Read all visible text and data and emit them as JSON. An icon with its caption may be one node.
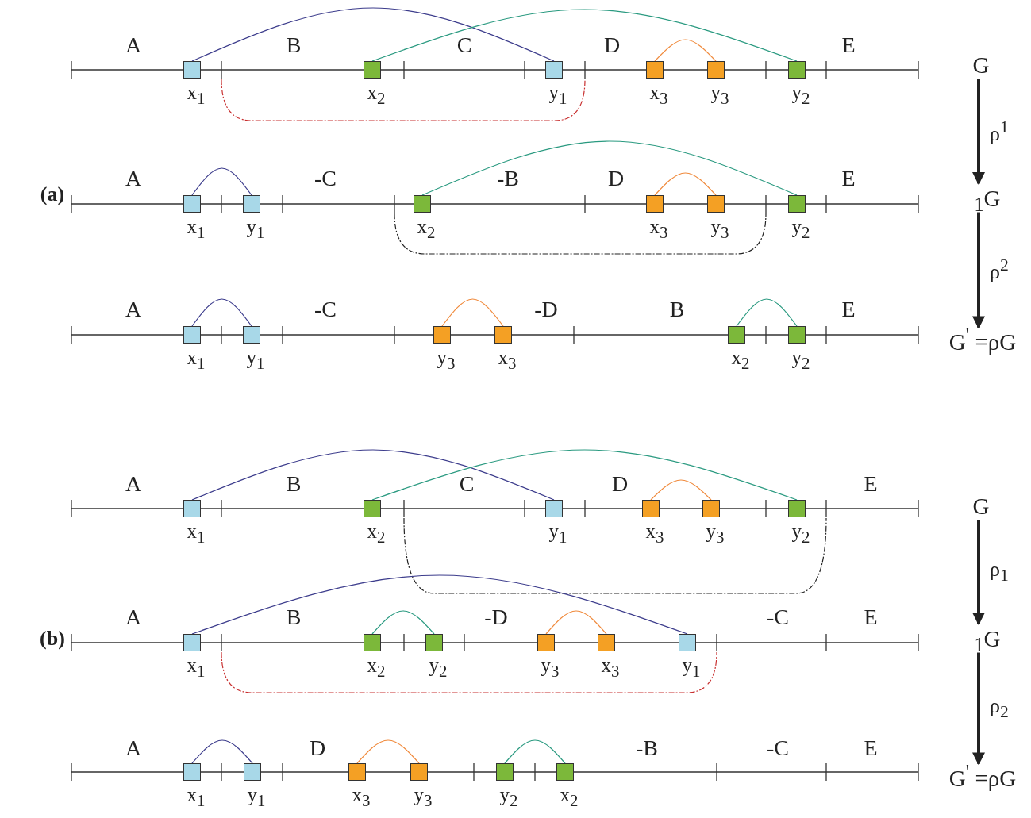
{
  "diagram": {
    "nodes": [
      {
        "text": [
          "x$_{1}$"
        ]
      },
      {
        "text": [
          "x$_{2}$"
        ]
      },
      {
        "text": [
          "y$_{1}$"
        ]
      },
      {
        "text": [
          "x$_{3}$"
        ]
      },
      {
        "text": [
          "y$_{3}$"
        ]
      },
      {
        "text": [
          "y$_{2}$"
        ]
      },
      {
        "text": [
          "G"
        ]
      },
      {
        "text": [
          "x$_{1}$"
        ]
      },
      {
        "text": [
          "y$_{1}$"
        ]
      },
      {
        "text": [
          "x$_{2}$"
        ]
      },
      {
        "text": [
          "x$_{3}$"
        ]
      },
      {
        "text": [
          "y$_{3}$"
        ]
      },
      {
        "text": [
          "y$_{2}$"
        ]
      },
      {
        "text": [
          "$_{1}$G"
        ]
      },
      {
        "text": [
          "x$_{1}$"
        ]
      },
      {
        "text": [
          "y$_{1}$"
        ]
      },
      {
        "text": [
          "y$_{3}$"
        ]
      },
      {
        "text": [
          "x$_{3}$"
        ]
      },
      {
        "text": [
          "x$_{2}$"
        ]
      },
      {
        "text": [
          "y$_{2}$"
        ]
      },
      {
        "text": [
          "G$^{'}$ =ρG"
        ]
      },
      {
        "text": [
          "x$_{1}$"
        ]
      },
      {
        "text": [
          "x$_{2}$"
        ]
      },
      {
        "text": [
          "y$_{1}$"
        ]
      },
      {
        "text": [
          "x$_{3}$"
        ]
      },
      {
        "text": [
          "y$_{3}$"
        ]
      },
      {
        "text": [
          "y$_{2}$"
        ]
      },
      {
        "text": [
          "G"
        ]
      },
      {
        "text": [
          "x$_{1}$"
        ]
      },
      {
        "text": [
          "x$_{2}$"
        ]
      },
      {
        "text": [
          "y$_{2}$"
        ]
      },
      {
        "text": [
          "y$_{3}$"
        ]
      },
      {
        "text": [
          "x$_{3}$"
        ]
      },
      {
        "text": [
          "y$_{1}$"
        ]
      },
      {
        "text": [
          "$_{1}$G"
        ]
      },
      {
        "text": [
          "x$_{1}$"
        ]
      },
      {
        "text": [
          "y$_{1}$"
        ]
      },
      {
        "text": [
          "x$_{3}$"
        ]
      },
      {
        "text": [
          "y$_{3}$"
        ]
      },
      {
        "text": [
          "y$_{2}$"
        ]
      },
      {
        "text": [
          "x$_{2}$"
        ]
      },
      {
        "text": [
          "G$^{'}$ =ρG"
        ]
      }
    ],
    "edges": [
      {
        "from": 0,
        "to": 2,
        "arrow": "none",
        "color": "#3c3c8c"
      },
      {
        "from": 1,
        "to": 5,
        "arrow": "none",
        "color": "#2a9a80"
      },
      {
        "from": 3,
        "to": 4,
        "arrow": "none",
        "color": "#f08a3c"
      },
      {
        "from": 7,
        "to": 8,
        "arrow": "none",
        "color": "#3c3c8c"
      },
      {
        "from": 9,
        "to": 12,
        "arrow": "none",
        "color": "#2a9a80"
      },
      {
        "from": 10,
        "to": 11,
        "arrow": "none",
        "color": "#f08a3c"
      },
      {
        "from": 14,
        "to": 15,
        "arrow": "none",
        "color": "#3c3c8c"
      },
      {
        "from": 16,
        "to": 17,
        "arrow": "none",
        "color": "#f08a3c"
      },
      {
        "from": 18,
        "to": 19,
        "arrow": "none",
        "color": "#2a9a80"
      },
      {
        "from": 21,
        "to": 23,
        "arrow": "none",
        "color": "#3c3c8c"
      },
      {
        "from": 22,
        "to": 26,
        "arrow": "none",
        "color": "#2a9a80"
      },
      {
        "from": 24,
        "to": 25,
        "arrow": "none",
        "color": "#f08a3c"
      },
      {
        "from": 28,
        "to": 33,
        "arrow": "none",
        "color": "#3c3c8c"
      },
      {
        "from": 29,
        "to": 30,
        "arrow": "none",
        "color": "#2a9a80"
      },
      {
        "from": 31,
        "to": 32,
        "arrow": "none",
        "color": "#f08a3c"
      },
      {
        "from": 35,
        "to": 36,
        "arrow": "none",
        "color": "#3c3c8c"
      },
      {
        "from": 37,
        "to": 38,
        "arrow": "none",
        "color": "#f08a3c"
      },
      {
        "from": 39,
        "to": 40,
        "arrow": "none",
        "color": "#2a9a80"
      },
      {
        "from": 6,
        "to": 13,
        "arrow": "to",
        "label": "ρ$^{1}$",
        "style": "thick",
        "color": "#222222"
      },
      {
        "from": 13,
        "to": 20,
        "arrow": "to",
        "label": "ρ$^{2}$",
        "style": "thick",
        "color": "#222222"
      },
      {
        "from": 27,
        "to": 34,
        "arrow": "to",
        "label": "ρ$_{1}$",
        "style": "thick",
        "color": "#222222"
      },
      {
        "from": 34,
        "to": 41,
        "arrow": "to",
        "label": "ρ$_{2}$",
        "style": "thick",
        "color": "#222222"
      }
    ],
    "labels": [
      "A",
      "B",
      "C",
      "D",
      "E",
      "(a)",
      "A",
      "-C",
      "-B",
      "D",
      "E",
      "A",
      "-C",
      "-D",
      "B",
      "E",
      "A",
      "B",
      "C",
      "D",
      "E",
      "(b)",
      "A",
      "B",
      "-D",
      "-C",
      "E",
      "A",
      "D",
      "-B",
      "-C",
      "E"
    ]
  }
}
